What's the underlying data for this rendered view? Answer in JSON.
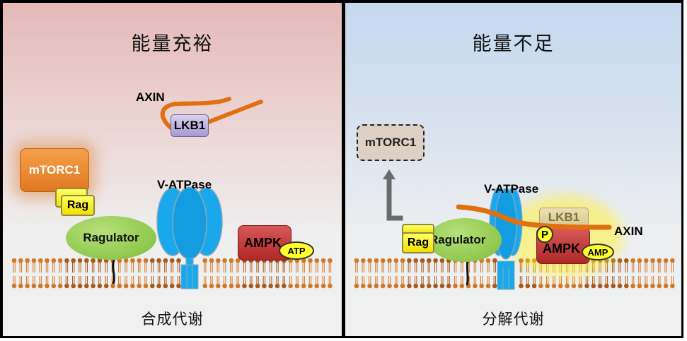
{
  "left_panel": {
    "title": "能量充裕",
    "caption": "合成代谢",
    "labels": {
      "axin": "AXIN",
      "lkb1": "LKB1",
      "mtorc1": "mTORC1",
      "rag": "Rag",
      "ragulator": "Ragulator",
      "v_atpase": "V-ATPase",
      "ampk": "AMPK",
      "atp": "ATP"
    },
    "background_color": "#e5b9b8"
  },
  "right_panel": {
    "title": "能量不足",
    "caption": "分解代谢",
    "labels": {
      "mtorc1": "mTORC1",
      "v_atpase": "V-ATPase",
      "lkb1": "LKB1",
      "axin": "AXIN",
      "rag": "Rag",
      "ragulator": "Ragulator",
      "p": "P",
      "ampk": "AMPK",
      "amp": "AMP"
    },
    "background_color": "#c4d8ef"
  },
  "colors": {
    "axin": "#e07010",
    "v_atpase": "#1aa8ec",
    "membrane": "#d07828",
    "inhibition_arrow": "#6a6a6a",
    "ampk": "#c03a3a",
    "ragulator": "#8fc84e",
    "rag": "#f5f000",
    "lkb1": "#b8aee0",
    "mtorc1_active": "#ee8a30",
    "mtorc1_inactive": "#d8ccc0"
  }
}
